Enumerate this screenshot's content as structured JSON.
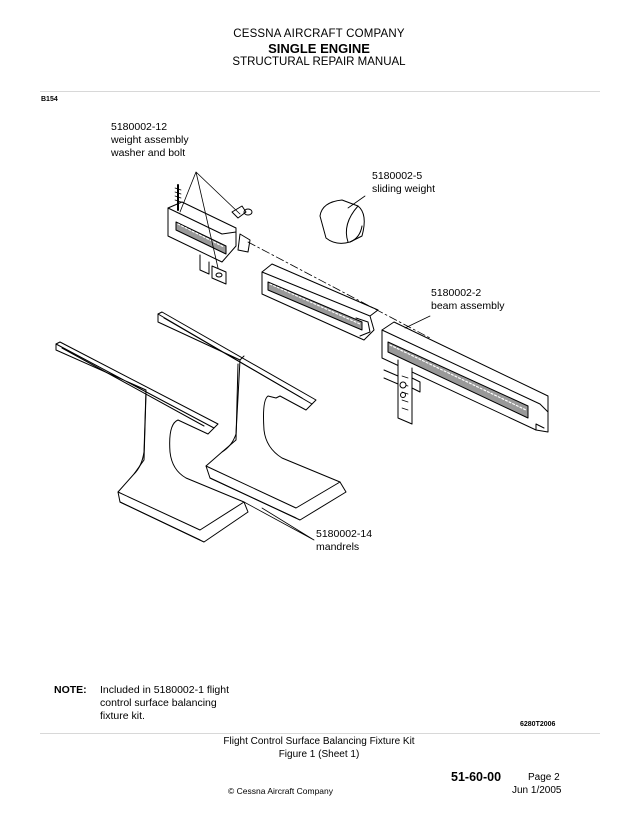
{
  "header": {
    "company": "CESSNA AIRCRAFT COMPANY",
    "title": "SINGLE ENGINE",
    "subtitle": "STRUCTURAL REPAIR MANUAL"
  },
  "figure": {
    "ref_code": "B154",
    "image_code": "6280T2006",
    "callouts": {
      "weight_assembly": "5180002-12\nweight assembly\nwasher and bolt",
      "sliding_weight": "5180002-5\nsliding weight",
      "beam_assembly": "5180002-2\nbeam assembly",
      "mandrels": "5180002-14\nmandrels"
    },
    "note_label": "NOTE:",
    "note_text": "Included in 5180002-1 flight\ncontrol surface balancing\nfixture kit."
  },
  "caption": {
    "line1": "Flight Control Surface Balancing Fixture Kit",
    "line2": "Figure 1 (Sheet 1)"
  },
  "footer": {
    "section": "51-60-00",
    "page": "Page 2",
    "copyright": "© Cessna Aircraft Company",
    "date": "Jun 1/2005"
  }
}
